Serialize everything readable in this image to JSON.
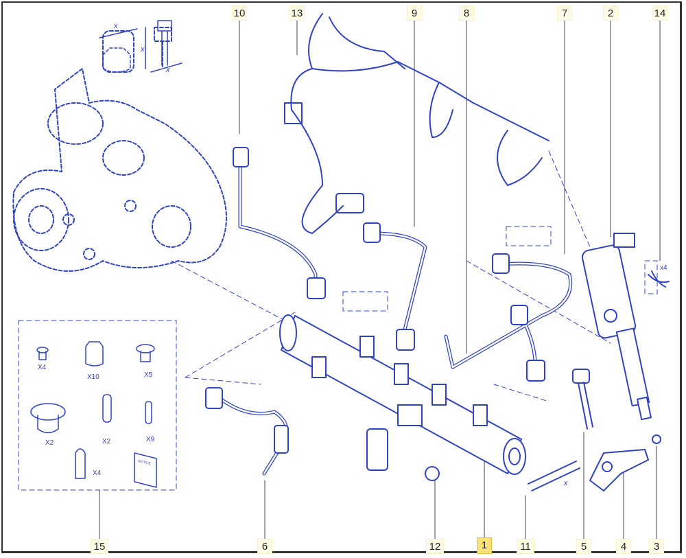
{
  "diagram": {
    "callouts_top": [
      "10",
      "13",
      "9",
      "8",
      "7",
      "2",
      "14"
    ],
    "callouts_bottom": [
      "15",
      "6",
      "12",
      "1",
      "11",
      "5",
      "4",
      "3"
    ],
    "highlighted_callout": "1",
    "kit_quantities": [
      "X4",
      "X10",
      "X5",
      "X2",
      "X2",
      "X9",
      "X4"
    ],
    "clip_quantity": "x4",
    "dimension_label": "x",
    "notice_label": "NOTICE",
    "colors": {
      "line": "#2f42c4",
      "highlight": "#f9e27a"
    }
  }
}
